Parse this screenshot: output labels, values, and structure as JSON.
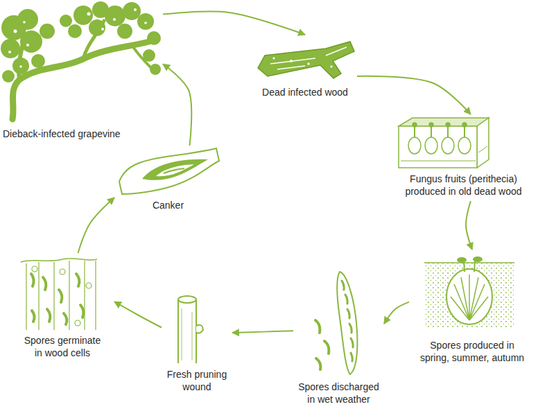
{
  "diagram": {
    "nodes": [
      {
        "text": [
          "Dieback-infected grapevine"
        ]
      },
      {
        "text": [
          "Dead infected wood"
        ]
      },
      {
        "text": [
          "Fungus fruits (perithecia) produced in old dead wood"
        ]
      },
      {
        "text": [
          "Spores produced in spring, summer, autumn"
        ]
      },
      {
        "text": [
          "Spores discharged in wet weather"
        ]
      },
      {
        "text": [
          "Fresh pruning wound"
        ]
      },
      {
        "text": [
          "Spores germinate in wood cells"
        ]
      },
      {
        "text": [
          "Canker"
        ]
      }
    ],
    "edges": [
      {
        "from": 0,
        "to": 1,
        "arrow": "to"
      },
      {
        "from": 1,
        "to": 2,
        "arrow": "to"
      },
      {
        "from": 2,
        "to": 3,
        "arrow": "to"
      },
      {
        "from": 3,
        "to": 4,
        "arrow": "to"
      },
      {
        "from": 4,
        "to": 5,
        "arrow": "to"
      },
      {
        "from": 5,
        "to": 6,
        "arrow": "to"
      },
      {
        "from": 6,
        "to": 7,
        "arrow": "to"
      },
      {
        "from": 7,
        "to": 0,
        "arrow": "to"
      }
    ]
  }
}
